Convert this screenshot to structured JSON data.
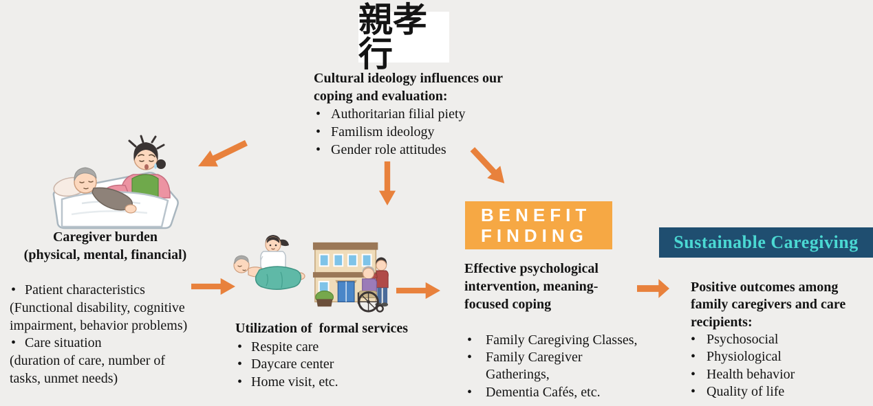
{
  "ui": {
    "bullet": "•",
    "background": "#EFEEEC",
    "arrow_color": "#E8813C"
  },
  "calligraphy": {
    "text": "親孝行"
  },
  "cultural": {
    "heading_lines": [
      "Cultural ideology influences our",
      "coping and evaluation:"
    ],
    "bullets": [
      "Authoritarian filial piety",
      "Familism ideology",
      "Gender role attitudes"
    ]
  },
  "caregiver_burden": {
    "title_lines": [
      "Caregiver burden",
      "(physical, mental, financial)"
    ],
    "body_lines": [
      "Patient characteristics",
      "(Functional disability, cognitive",
      "impairment, behavior problems)",
      "Care situation",
      "(duration of care, number of",
      "tasks, unmet needs)"
    ]
  },
  "formal_services": {
    "title": "Utilization of  formal services",
    "bullets": [
      "Respite care",
      "Daycare center",
      "Home visit, etc."
    ]
  },
  "benefit_finding": {
    "box_lines": [
      "BENEFIT",
      "FINDING"
    ],
    "box_color": "#F6A844",
    "description_lines": [
      "Effective psychological",
      "intervention, meaning-",
      "focused coping"
    ],
    "bullet_lines": [
      "Family Caregiving Classes,",
      "Family Caregiver",
      "Gatherings,",
      "Dementia Cafés, etc."
    ]
  },
  "sustainable_caregiving": {
    "box_label": "Sustainable Caregiving",
    "box_color": "#1F4E70",
    "label_color": "#4BD9D3",
    "heading_lines": [
      "Positive outcomes among",
      "family caregivers and care",
      "recipients:"
    ],
    "bullets": [
      "Psychosocial",
      "Physiological",
      "Health behavior",
      "Quality of life"
    ]
  },
  "illustrations": {
    "caregiver_bed": "caregiver tending elderly person in bed",
    "home_care": "nurse providing respite care to bedridden elder",
    "daycare": "daycare center building with wheelchair user and helper"
  }
}
